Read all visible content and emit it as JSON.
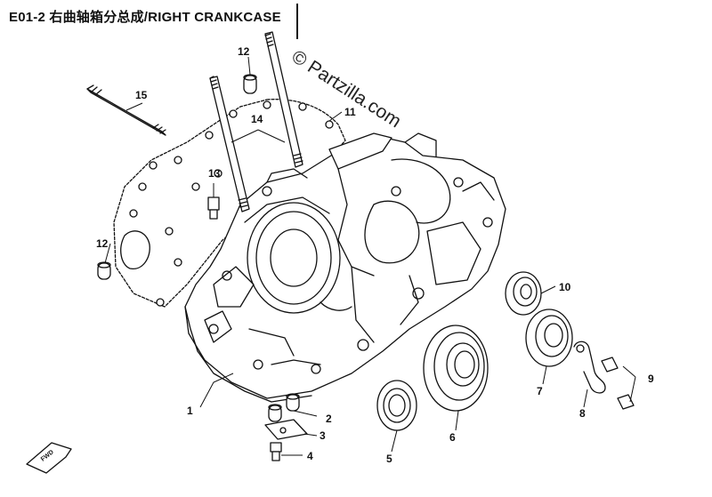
{
  "header": {
    "title": "E01-2  右曲轴箱分总成/RIGHT CRANKCASE",
    "watermark": "© Partzilla.com"
  },
  "callouts": [
    {
      "id": "c1",
      "label": "1"
    },
    {
      "id": "c2",
      "label": "2"
    },
    {
      "id": "c3",
      "label": "3"
    },
    {
      "id": "c4",
      "label": "4"
    },
    {
      "id": "c5",
      "label": "5"
    },
    {
      "id": "c6",
      "label": "6"
    },
    {
      "id": "c7",
      "label": "7"
    },
    {
      "id": "c8",
      "label": "8"
    },
    {
      "id": "c9",
      "label": "9"
    },
    {
      "id": "c10",
      "label": "10"
    },
    {
      "id": "c11",
      "label": "11"
    },
    {
      "id": "c12a",
      "label": "12"
    },
    {
      "id": "c12b",
      "label": "12"
    },
    {
      "id": "c13",
      "label": "13"
    },
    {
      "id": "c14",
      "label": "14"
    },
    {
      "id": "c15",
      "label": "15"
    }
  ],
  "badge": {
    "text": "FWD"
  }
}
